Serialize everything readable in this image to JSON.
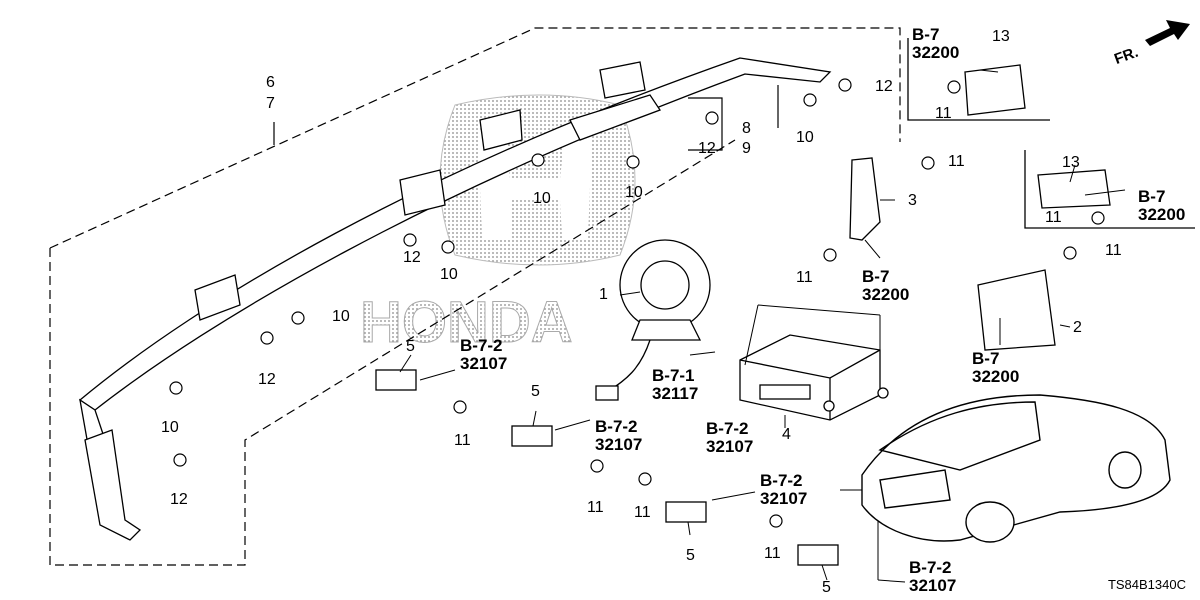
{
  "diagram_code": "TS84B1340C",
  "direction_label": "FR.",
  "watermark_brand": "HONDA",
  "part_numbers": [
    "1",
    "2",
    "3",
    "4",
    "5",
    "6",
    "7",
    "8",
    "9",
    "10",
    "11",
    "12",
    "13"
  ],
  "callouts": [
    {
      "sec": "B-7",
      "num": "32200"
    },
    {
      "sec": "B-7",
      "num": "32200"
    },
    {
      "sec": "B-7",
      "num": "32200"
    },
    {
      "sec": "B-7",
      "num": "32200"
    },
    {
      "sec": "B-7-2",
      "num": "32107"
    },
    {
      "sec": "B-7-2",
      "num": "32107"
    },
    {
      "sec": "B-7-1",
      "num": "32117"
    },
    {
      "sec": "B-7-2",
      "num": "32107"
    },
    {
      "sec": "B-7-2",
      "num": "32107"
    },
    {
      "sec": "B-7-2",
      "num": "32107"
    }
  ]
}
